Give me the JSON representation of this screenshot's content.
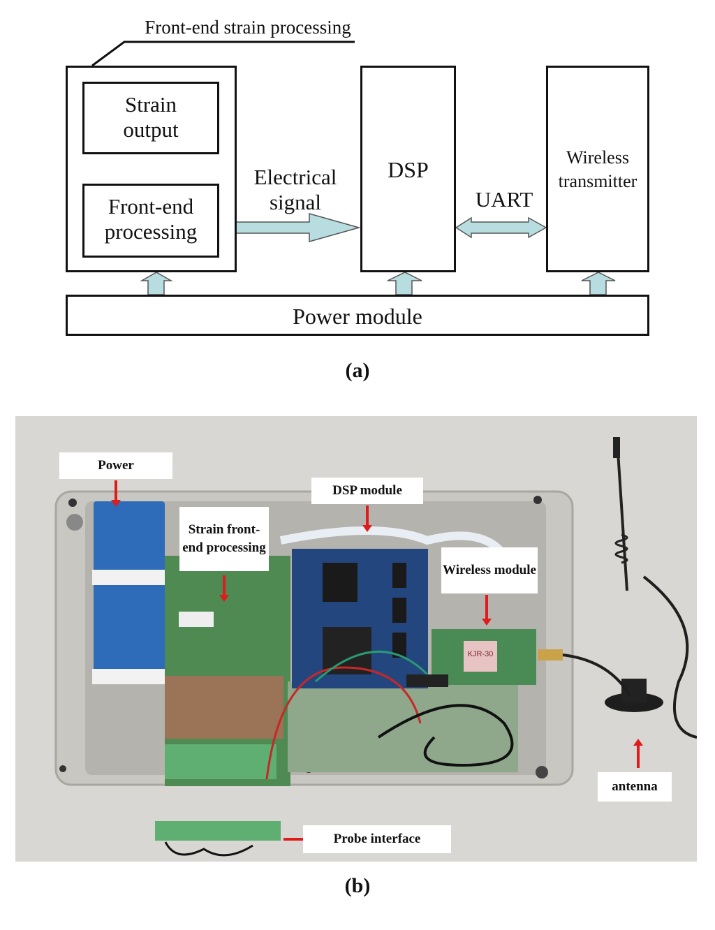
{
  "figure_a": {
    "group_label": "Front-end strain processing",
    "blocks": {
      "strain_output": "Strain output",
      "front_end_processing": "Front-end processing",
      "dsp": "DSP",
      "wireless_transmitter": "Wireless transmitter",
      "power_module": "Power module"
    },
    "connections": {
      "electrical_signal": "Electrical signal",
      "uart": "UART"
    },
    "arrow_color": "#b8dde0",
    "caption": "(a)"
  },
  "figure_b": {
    "labels": {
      "power": "Power",
      "strain_front_end": "Strain front-end processing",
      "dsp_module": "DSP module",
      "wireless_module": "Wireless module",
      "antenna": "antenna",
      "probe_interface": "Probe interface"
    },
    "module_chip_text": "KJR-30",
    "pointer_color": "#e01b1b",
    "caption": "(b)"
  }
}
